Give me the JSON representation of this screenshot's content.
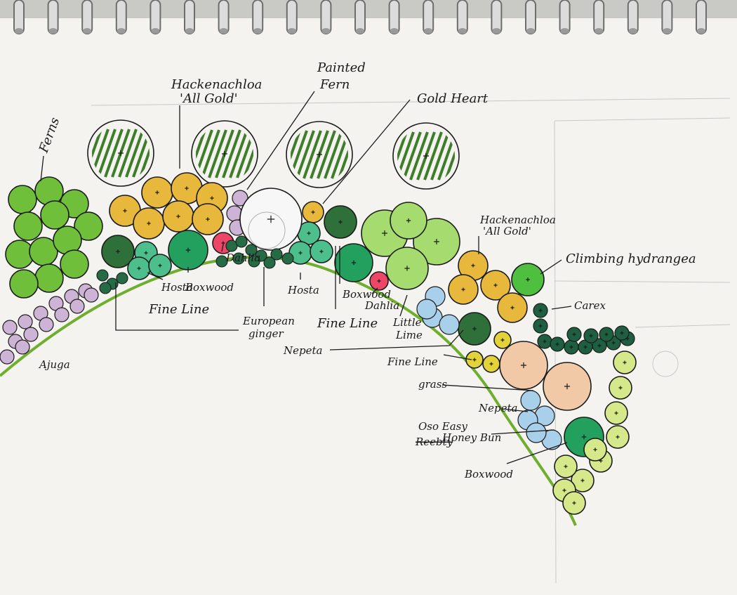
{
  "labels": {
    "ferns": "Ferns",
    "hackenachloa_1": "Hackenachloa",
    "hackenachloa_1b": "'All Gold'",
    "painted_fern_1": "Painted",
    "painted_fern_2": "Fern",
    "gold_heart": "Gold Heart",
    "hackenachloa_2": "Hackenachloa",
    "hackenachloa_2b": "'All Gold'",
    "climbing_hydrangea": "Climbing hydrangea",
    "carex": "Carex",
    "dahlia_1": "Dahlia",
    "hosta_1": "Hosta",
    "boxwood_1": "Boxwood",
    "fine_line_1": "Fine Line",
    "european_ginger_1": "European",
    "european_ginger_2": "ginger",
    "hosta_2": "Hosta",
    "boxwood_2": "Boxwood",
    "dahlia_2": "Dahlia",
    "fine_line_2": "Fine Line",
    "little_lime_1": "Little",
    "little_lime_2": "Lime",
    "nepeta_1": "Nepeta",
    "ajuga": "Ajuga",
    "fine_line_3": "Fine Line",
    "grass": "grass",
    "nepeta_2": "Nepeta",
    "oso_easy_1": "Oso Easy",
    "oso_easy_2": "Honey Bun",
    "oso_easy_strike": "Reebty",
    "boxwood_3": "Boxwood"
  },
  "colors": {
    "paper": "#f4f3f0",
    "fern_green": "#6fbf3a",
    "gold": "#e8b83c",
    "hosta": "#4cbf8c",
    "boxwood": "#23a05e",
    "dark_green": "#2f6f3a",
    "dahlia": "#ec4766",
    "ajuga": "#cdb3d6",
    "lime": "#a6dc6f",
    "nepeta": "#a9d0ea",
    "hydrangea_peach": "#f2c9a6",
    "pale_lime": "#d5e88a",
    "edge_line": "#6fae2e",
    "tree_hatch": "#3e7d2a"
  }
}
